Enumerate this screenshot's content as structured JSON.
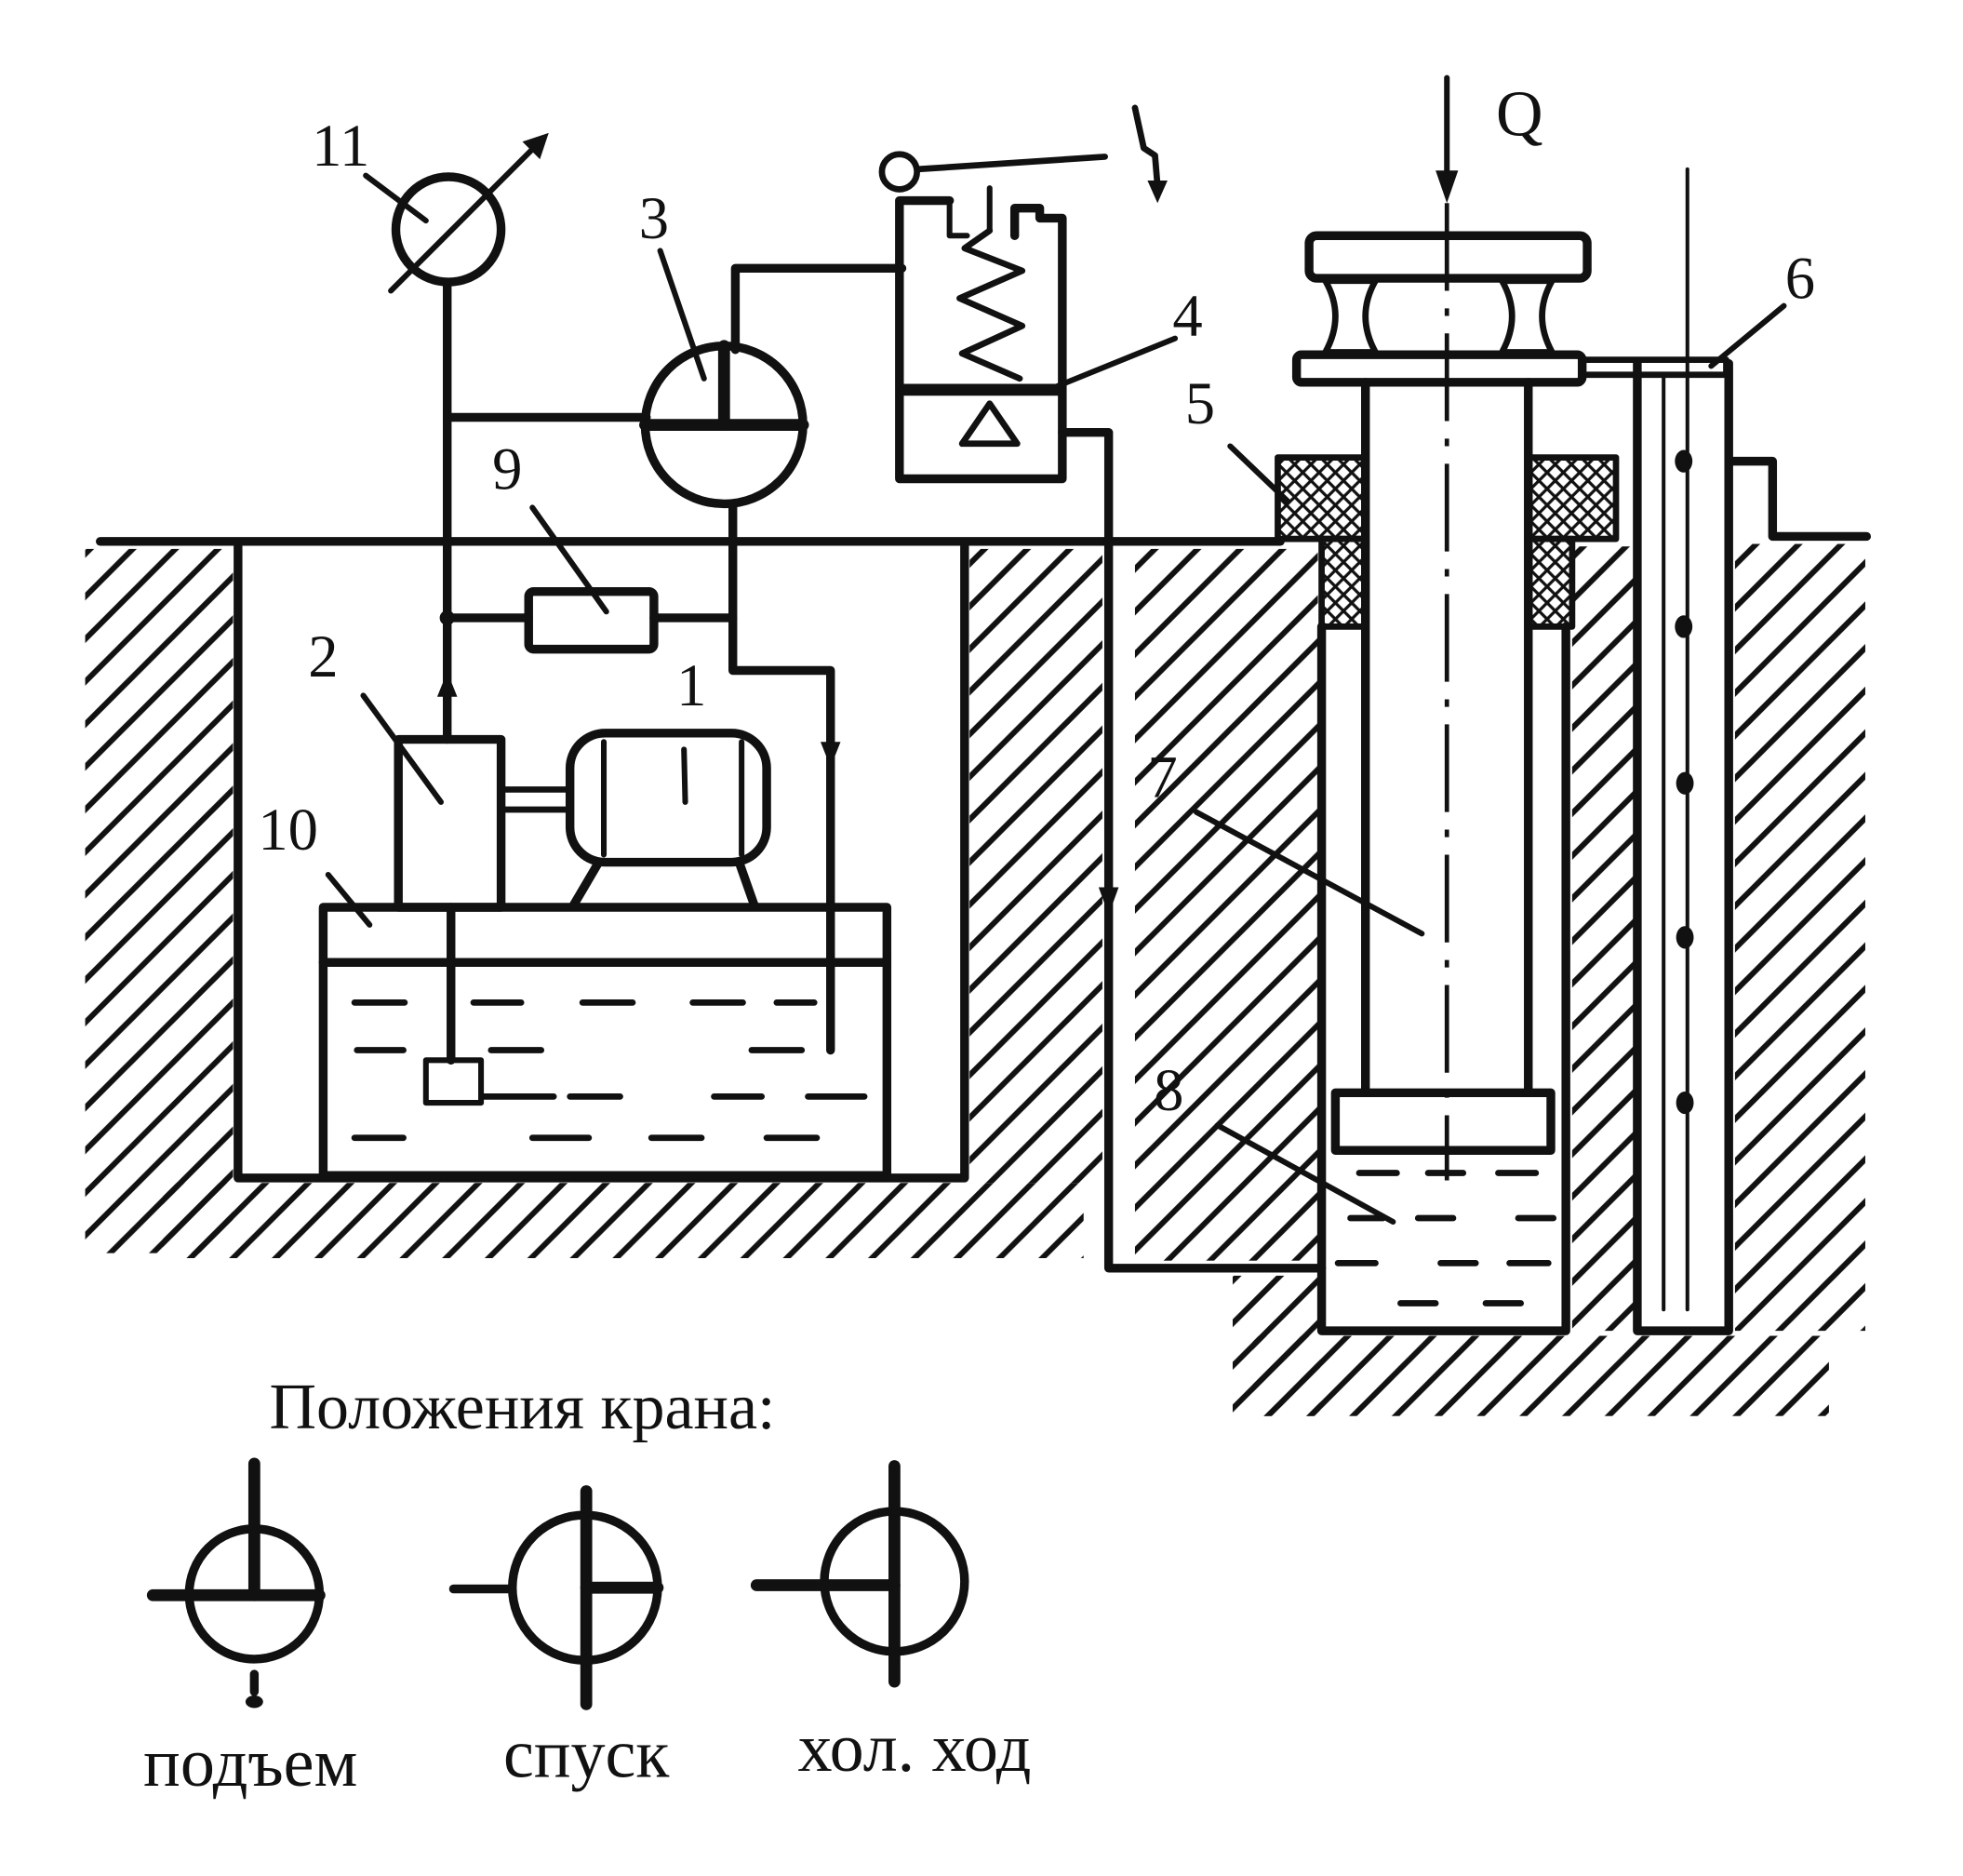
{
  "callouts": {
    "label_1": "1",
    "label_2": "2",
    "label_3": "3",
    "label_4": "4",
    "label_5": "5",
    "label_6": "6",
    "label_7": "7",
    "label_8": "8",
    "label_9": "9",
    "label_10": "10",
    "label_11": "11",
    "load": "Q"
  },
  "legend": {
    "title": "Положения крана:",
    "positions": [
      "подъем",
      "спуск",
      "хол. ход"
    ]
  },
  "colors": {
    "ink": "#111111",
    "background": "#ffffff"
  }
}
